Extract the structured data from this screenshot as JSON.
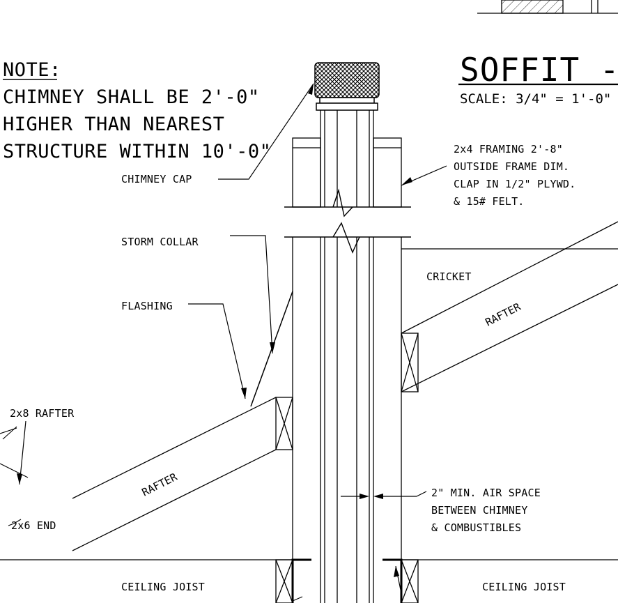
{
  "title": "SOFFIT - B",
  "scale": "SCALE: 3/4\" = 1'-0\"",
  "note": {
    "heading": "NOTE:",
    "lines": [
      "CHIMNEY SHALL BE 2'-0\"",
      "HIGHER THAN NEAREST",
      "STRUCTURE WITHIN 10'-0\""
    ]
  },
  "labels": {
    "chimney_cap": "CHIMNEY CAP",
    "storm_collar": "STORM COLLAR",
    "flashing": "FLASHING",
    "rafter_2x8": "2x8 RAFTER",
    "end_2x6": "2x6 END",
    "rafter_left": "RAFTER",
    "rafter_right": "RAFTER",
    "cricket": "CRICKET",
    "ceiling_joist_left": "CEILING JOIST",
    "ceiling_joist_right": "CEILING JOIST",
    "framing": [
      "2x4 FRAMING 2'-8\"",
      "OUTSIDE FRAME DIM.",
      "CLAP IN 1/2\" PLYWD.",
      "& 15# FELT."
    ],
    "air_space": [
      "2\" MIN. AIR SPACE",
      "BETWEEN CHIMNEY",
      "& COMBUSTIBLES"
    ]
  }
}
